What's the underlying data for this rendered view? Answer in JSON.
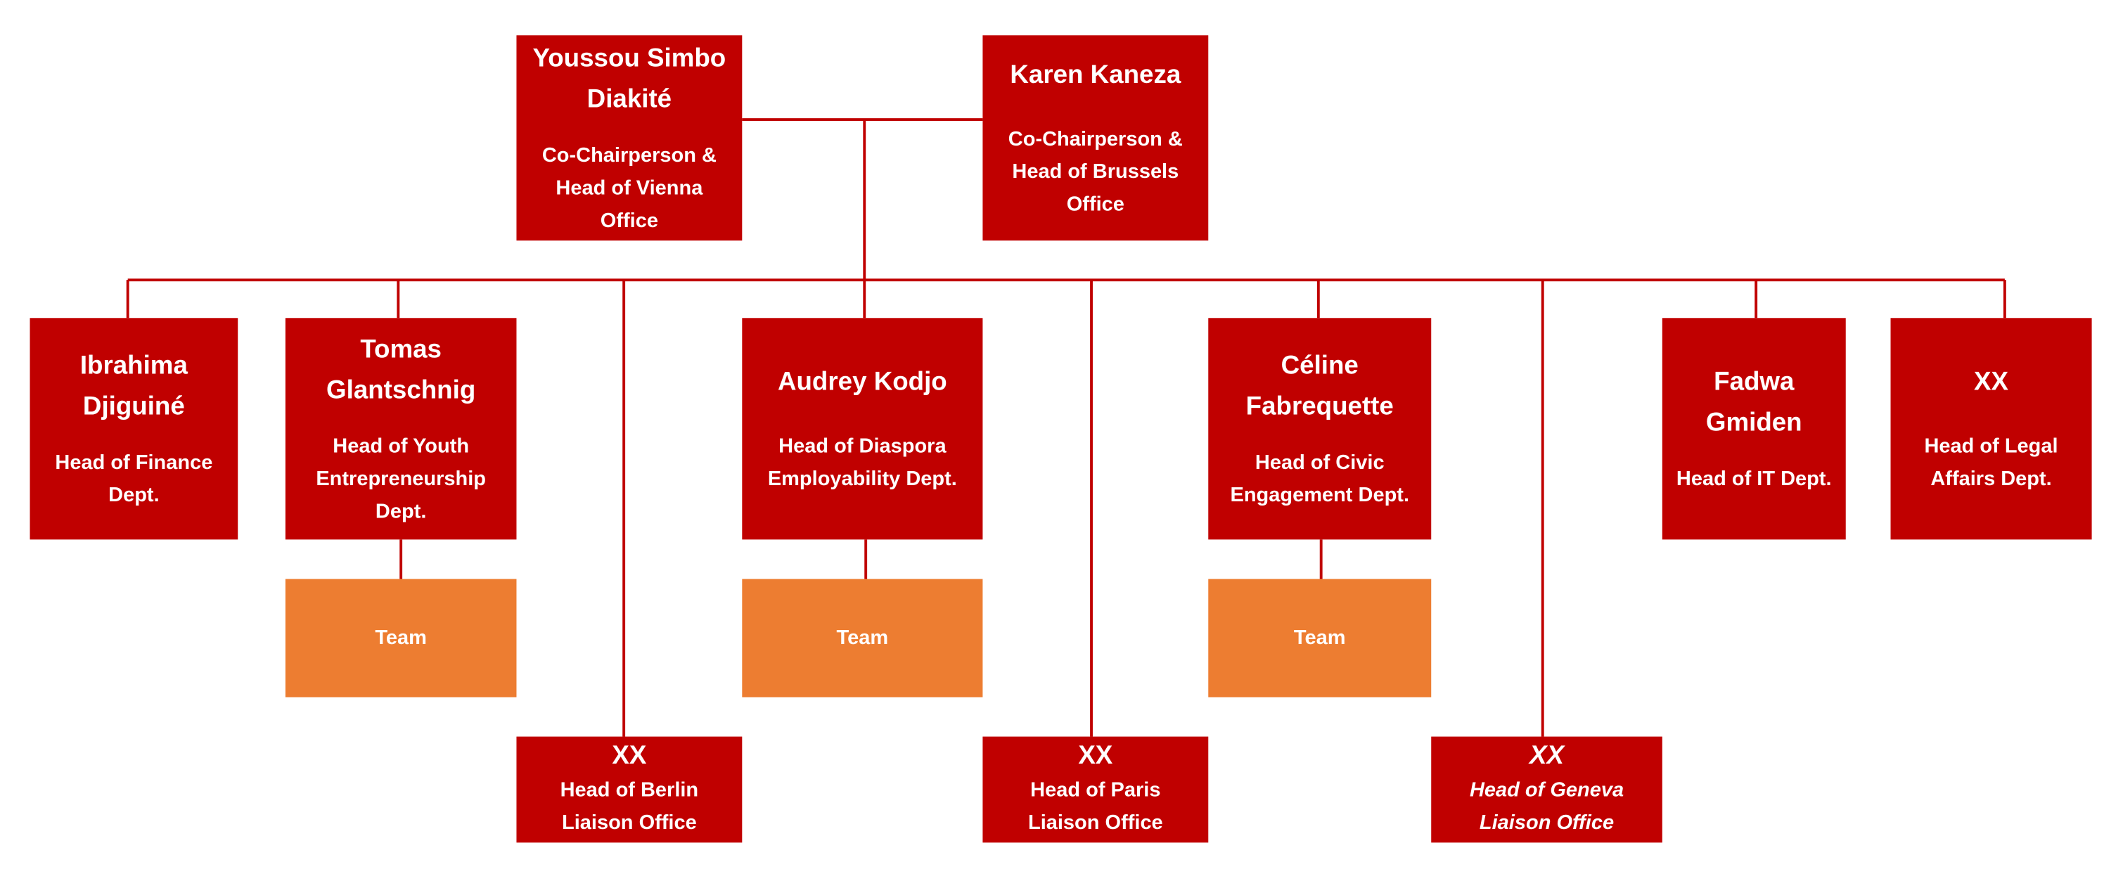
{
  "colors": {
    "box": "#c00000",
    "team": "#ed7d31",
    "line": "#c00000",
    "text": "#ffffff"
  },
  "top": [
    {
      "name": "Youssou Simbo Diakité",
      "role": "Co-Chairperson   & Head of Vienna Office"
    },
    {
      "name": "Karen Kaneza",
      "role": "Co-Chairperson   & Head of Brussels Office"
    }
  ],
  "departments": [
    {
      "name": "Ibrahima Djiguiné",
      "role": "Head of Finance Dept."
    },
    {
      "name": "Tomas Glantschnig",
      "role": "Head of Youth Entrepreneurship Dept."
    },
    {
      "name": "Audrey Kodjo",
      "role": "Head of Diaspora Employability Dept."
    },
    {
      "name": "Céline Fabrequette",
      "role": "Head of Civic Engagement Dept."
    },
    {
      "name": "Fadwa Gmiden",
      "role": "Head of IT Dept."
    },
    {
      "name": "XX",
      "role": "Head of Legal Affairs Dept."
    }
  ],
  "teams": [
    "Team",
    "Team",
    "Team"
  ],
  "liaison": [
    {
      "name": "XX",
      "role": "Head of Berlin Liaison Office"
    },
    {
      "name": "XX",
      "role": "Head of Paris Liaison Office"
    },
    {
      "name": "XX",
      "role": "Head of Geneva Liaison Office"
    }
  ]
}
